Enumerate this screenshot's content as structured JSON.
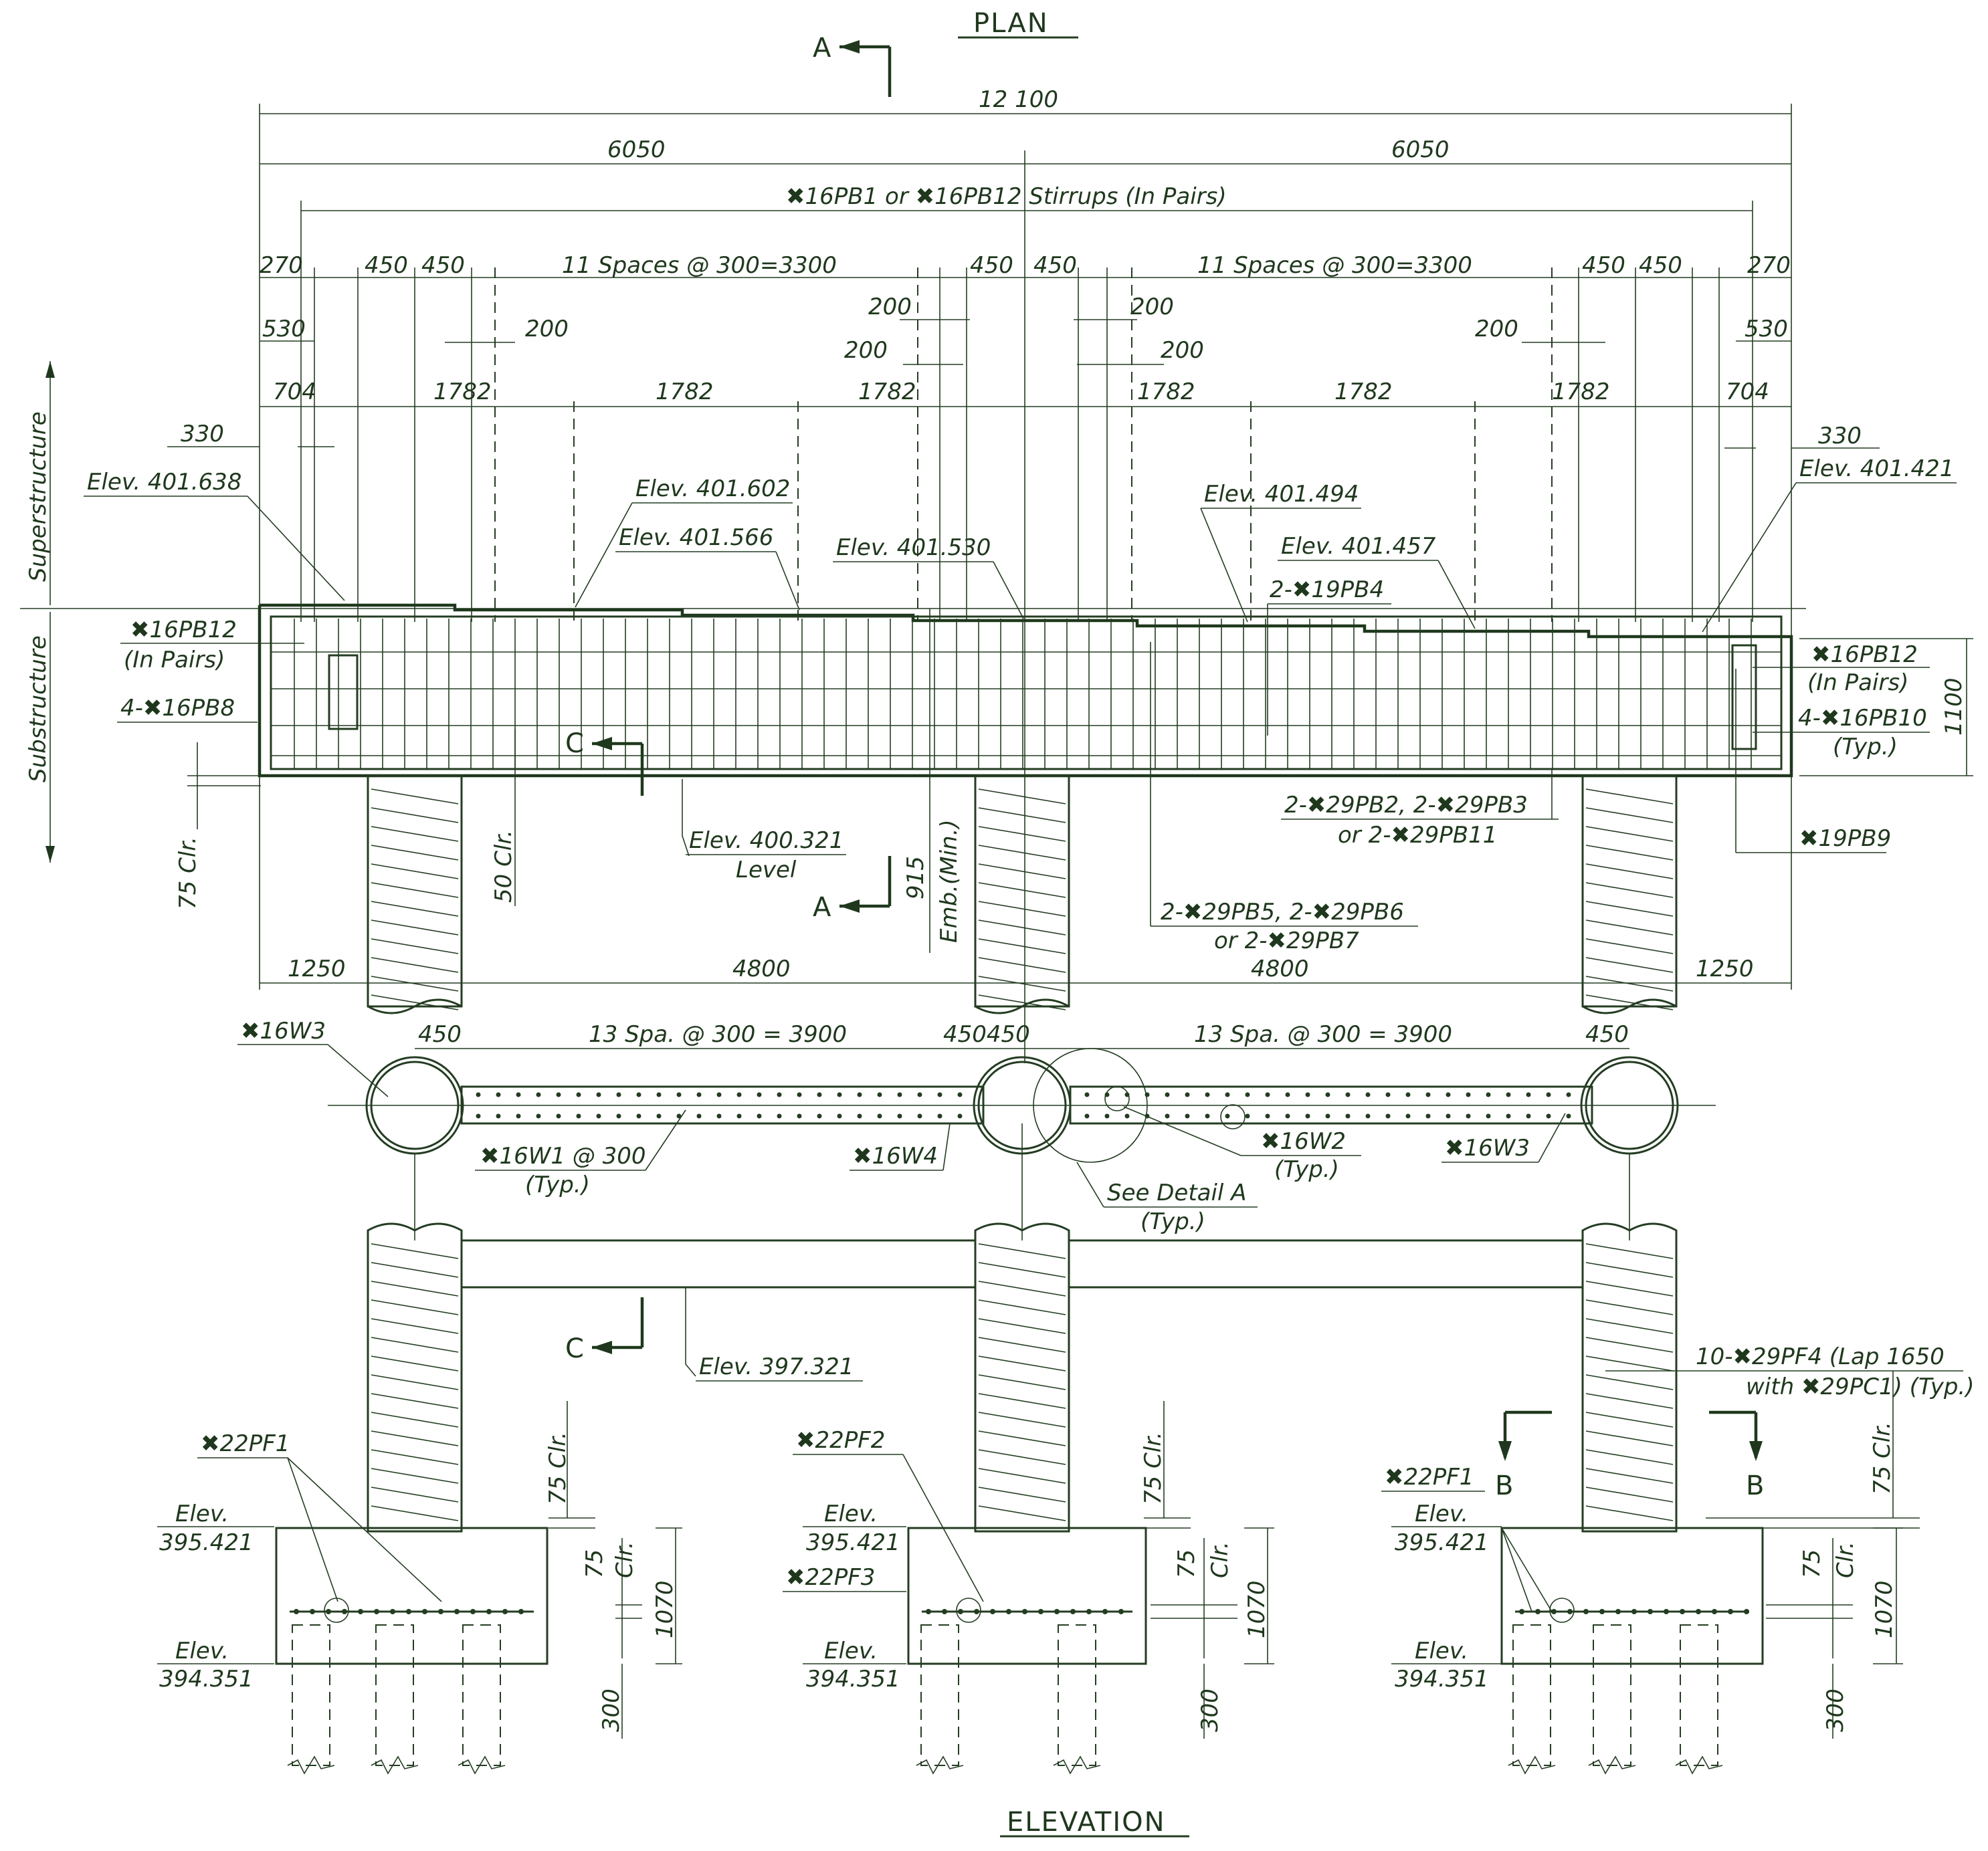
{
  "titles": {
    "plan": "PLAN",
    "elevation": "ELEVATION"
  },
  "sections": {
    "a": "A",
    "b": "B",
    "c": "C"
  },
  "zones": {
    "superstructure": "Superstructure",
    "substructure": "Substructure"
  },
  "dims": {
    "overall": "12 100",
    "half": "6050",
    "stirrups": "✖16PB1 or ✖16PB12 Stirrups (In Pairs)",
    "spaces_11": "11 Spaces @ 300=3300",
    "d270": "270",
    "d450": "450",
    "d530": "530",
    "d200": "200",
    "d704": "704",
    "d1782": "1782",
    "d330": "330",
    "d1250": "1250",
    "d4800": "4800",
    "d1100": "1100",
    "spa_13": "13 Spa. @ 300 = 3900",
    "d450450": "450450",
    "clr75": "75 Clr.",
    "clr50": "50 Clr.",
    "emb_915": "915",
    "emb_min": "Emb.(Min.)",
    "d75": "75",
    "clr": "Clr.",
    "d1070": "1070",
    "d300": "300"
  },
  "elevations": {
    "e1": "Elev. 401.638",
    "e2": "Elev. 401.602",
    "e3": "Elev. 401.566",
    "e4": "Elev. 401.530",
    "e5": "Elev. 401.494",
    "e6": "Elev. 401.457",
    "e7": "Elev. 401.421",
    "e8": "Elev. 400.321",
    "level": "Level",
    "e9": "Elev. 397.321",
    "elev": "Elev.",
    "top_footing": "395.421",
    "bot_footing": "394.351"
  },
  "callouts": {
    "pb12": "✖16PB12",
    "in_pairs": "(In Pairs)",
    "pb8": "4-✖16PB8",
    "pb4": "2-✖19PB4",
    "pb10": "4-✖16PB10",
    "typ": "(Typ.)",
    "pb9": "✖19PB9",
    "pb2a": "2-✖29PB2, 2-✖29PB3",
    "pb2b": "or 2-✖29PB11",
    "pb5a": "2-✖29PB5, 2-✖29PB6",
    "pb5b": "or 2-✖29PB7",
    "w3": "✖16W3",
    "w1": "✖16W1 @ 300",
    "w4": "✖16W4",
    "w2": "✖16W2",
    "detail_a": "See Detail A",
    "pf4a": "10-✖29PF4 (Lap 1650",
    "pf4b": "with ✖29PC1) (Typ.)",
    "pf1": "✖22PF1",
    "pf2": "✖22PF2",
    "pf3": "✖22PF3"
  }
}
